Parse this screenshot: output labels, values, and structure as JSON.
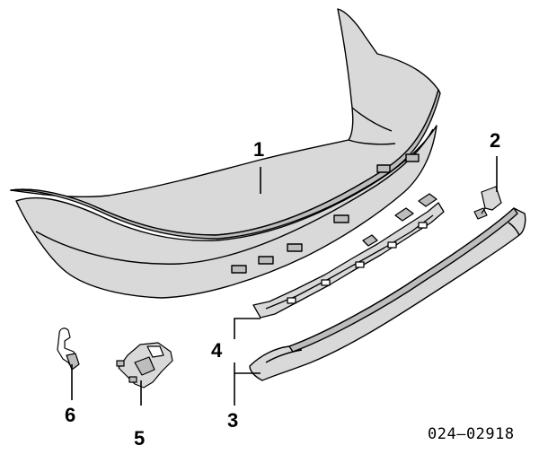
{
  "callouts": {
    "c1": "1",
    "c2": "2",
    "c3": "3",
    "c4": "4",
    "c5": "5",
    "c6": "6"
  },
  "diagram_id": "024–02918",
  "colors": {
    "line": "#000000",
    "part_fill": "#d9d9d9",
    "part_fill_dark": "#bdbdbd",
    "background": "#ffffff"
  },
  "parts": [
    {
      "callout": "1",
      "icon": "rear-bumper-cover"
    },
    {
      "callout": "2",
      "icon": "small-bracket-clip"
    },
    {
      "callout": "3",
      "icon": "lower-valance-trim"
    },
    {
      "callout": "4",
      "icon": "bumper-reinforcement-bracket"
    },
    {
      "callout": "5",
      "icon": "side-mounting-bracket"
    },
    {
      "callout": "6",
      "icon": "retaining-clip"
    }
  ]
}
